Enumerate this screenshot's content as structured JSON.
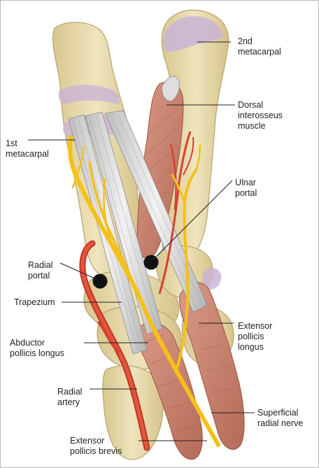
{
  "labels": {
    "second_metacarpal": "2nd\nmetacarpal",
    "dorsal_interosseus": "Dorsal\ninterosseus\nmuscle",
    "first_metacarpal": "1st\nmetacarpal",
    "ulnar_portal": "Ulnar\nportal",
    "radial_portal": "Radial\nportal",
    "trapezium": "Trapezium",
    "abductor_pollicis_longus": "Abductor\npollicis longus",
    "extensor_pollicis_longus": "Extensor\npollicis\nlongus",
    "radial_artery": "Radial\nartery",
    "superficial_radial_nerve": "Superficial\nradial nerve",
    "extensor_pollicis_brevis": "Extensor\npollicis brevis"
  },
  "colors": {
    "bone": "#e9dcae",
    "bone_edge": "#b8a36e",
    "cartilage": "#c9b4d6",
    "muscle": "#c98a76",
    "muscle_dark": "#a8604f",
    "tendon": "#d9d9d9",
    "tendon_edge": "#8c8c8c",
    "nerve": "#f5c018",
    "artery": "#d9402e",
    "portal": "#111111",
    "leader": "#222222"
  }
}
